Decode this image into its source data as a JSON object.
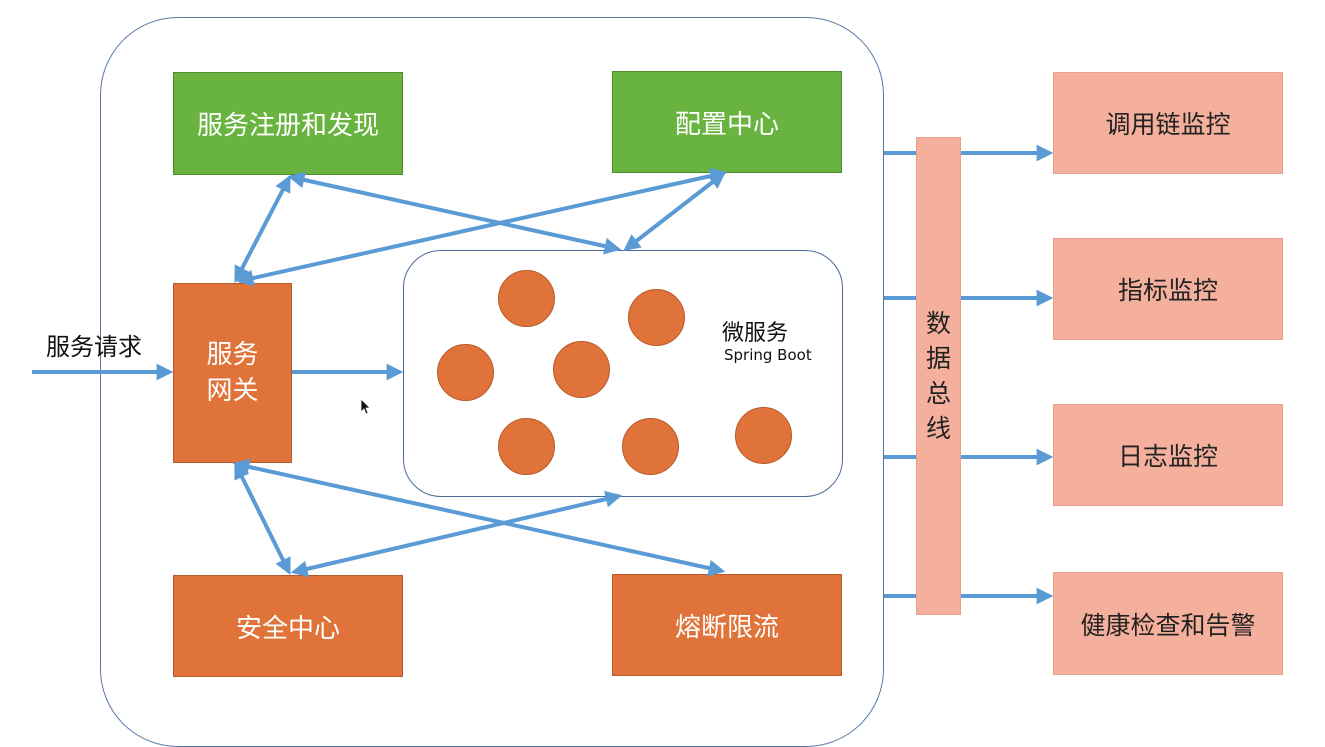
{
  "left_label": "服务请求",
  "registry": "服务注册和发现",
  "config": "配置中心",
  "gateway": "服务\n网关",
  "security": "安全中心",
  "circuit": "熔断限流",
  "microservices": {
    "title": "微服务",
    "subtitle": "Spring Boot"
  },
  "data_bus": "数据总线",
  "monitors": [
    "调用链监控",
    "指标监控",
    "日志监控",
    "健康检查和告警"
  ],
  "colors": {
    "green": "#69b341",
    "orange": "#e0733a",
    "pink": "#f4b09d",
    "arrow": "#5b9bd5"
  }
}
